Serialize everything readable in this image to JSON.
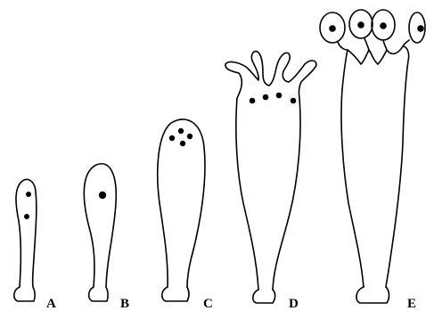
{
  "figure": {
    "stages": [
      {
        "label": "A",
        "nuclei_count": 2
      },
      {
        "label": "B",
        "nuclei_count": 1
      },
      {
        "label": "C",
        "nuclei_count": 4
      },
      {
        "label": "D",
        "nuclei_count": 4
      },
      {
        "label": "E",
        "nuclei_count": 4
      }
    ],
    "colors": {
      "line": "#000000",
      "background": "#ffffff"
    }
  }
}
